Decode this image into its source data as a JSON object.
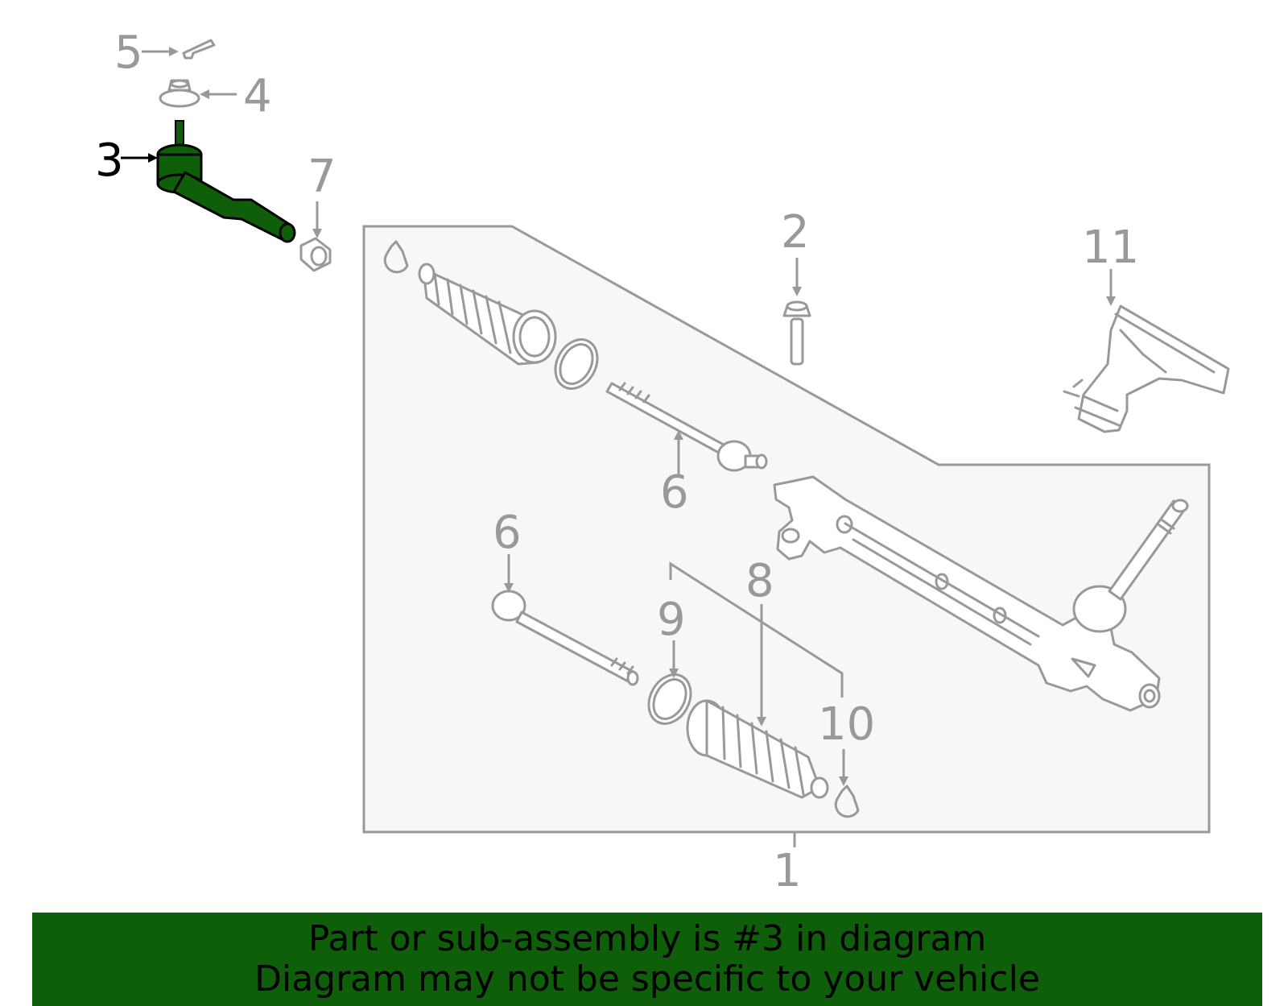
{
  "callouts": {
    "c1": "1",
    "c2": "2",
    "c3": "3",
    "c4": "4",
    "c5": "5",
    "c6a": "6",
    "c6b": "6",
    "c7": "7",
    "c8": "8",
    "c9": "9",
    "c10": "10",
    "c11": "11"
  },
  "highlighted_part": "3",
  "colors": {
    "highlight": "#0f5e0a",
    "banner_bg": "#0f5e0a",
    "line_gray": "#999999",
    "panel_bg": "#f7f7f7"
  },
  "banner": {
    "line1": "Part or sub-assembly is #3 in diagram",
    "line2": "Diagram may not be specific to your vehicle"
  }
}
